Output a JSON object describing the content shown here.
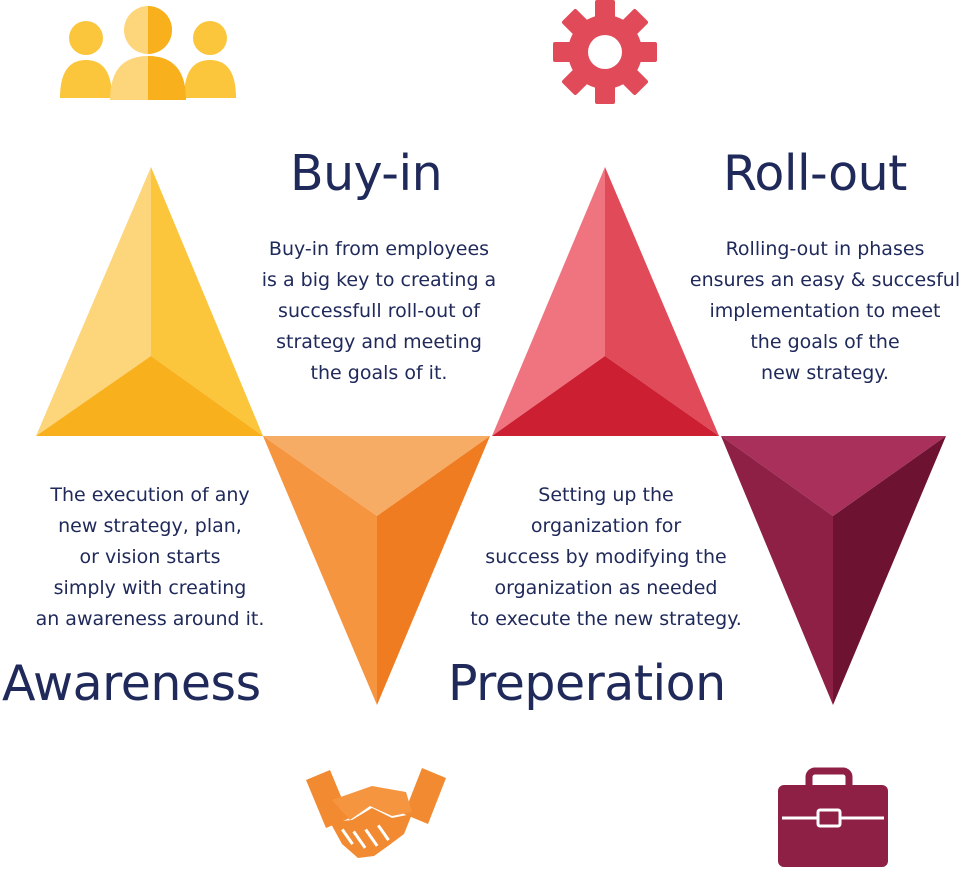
{
  "stages": [
    {
      "id": "awareness",
      "title": "Awareness",
      "description_lines": [
        "The execution of any",
        "new strategy, plan,",
        "or vision starts",
        "simply with creating",
        "an awareness around it."
      ],
      "icon": "people-group-icon",
      "colors": {
        "light": "#fdd57a",
        "mid": "#fbc53c",
        "dark": "#f8b11d",
        "darker": "#f5ac16"
      }
    },
    {
      "id": "buy-in",
      "title": "Buy-in",
      "description_lines": [
        "Buy-in from employees",
        "is a big key to creating a",
        "successfull roll-out of",
        "strategy and meeting",
        "the goals of it."
      ],
      "icon": "handshake-icon",
      "colors": {
        "light": "#f7ac65",
        "mid": "#f6953f",
        "dark": "#f18a31",
        "darker": "#ef7c21"
      }
    },
    {
      "id": "preperation",
      "title": "Preperation",
      "description_lines": [
        "Setting up the",
        "organization for",
        "success by modifying the",
        "organization as needed",
        "to execute the new strategy."
      ],
      "icon": "gear-icon",
      "colors": {
        "light": "#f07380",
        "mid": "#e8505e",
        "dark": "#d9293b",
        "darker": "#cc1f32"
      }
    },
    {
      "id": "roll-out",
      "title": "Roll-out",
      "description_lines": [
        "Rolling-out in phases",
        "ensures an easy & succesful",
        "implementation to meet",
        "the goals of the",
        "new strategy."
      ],
      "icon": "briefcase-icon",
      "colors": {
        "light": "#a9305a",
        "mid": "#8e1f45",
        "dark": "#7a1538",
        "darker": "#6e1232"
      }
    }
  ]
}
